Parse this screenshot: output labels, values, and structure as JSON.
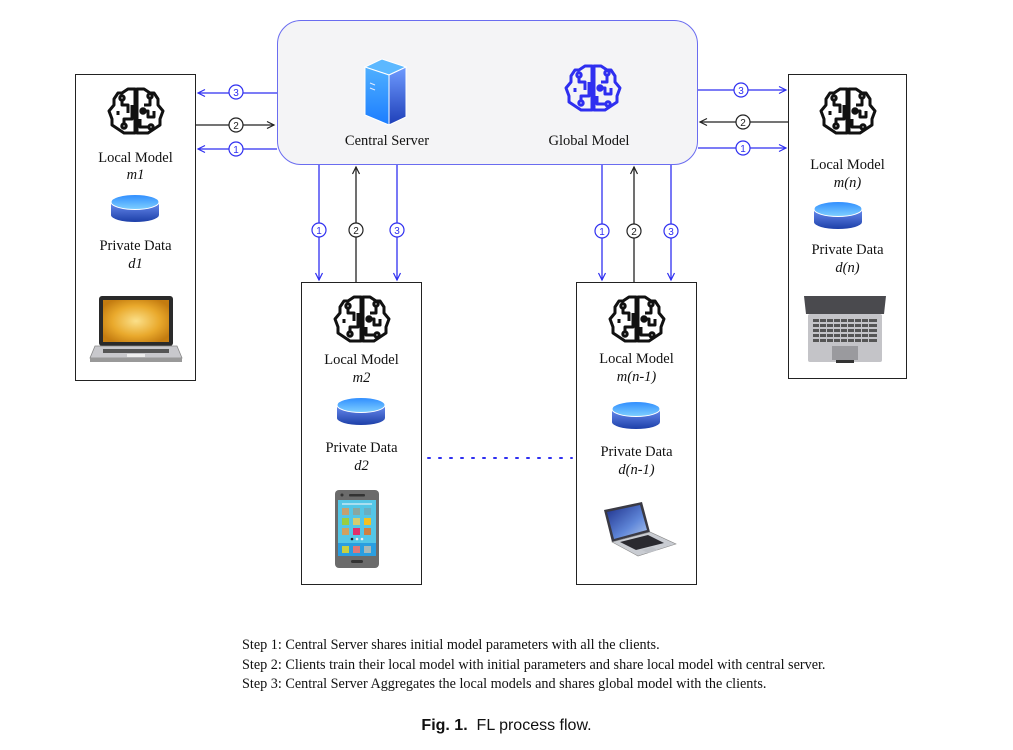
{
  "server": {
    "central_label": "Central Server",
    "global_label": "Global Model"
  },
  "clients": [
    {
      "id": "client-1",
      "model_label": "Local Model",
      "model_name": "m1",
      "data_label": "Private Data",
      "data_name": "d1",
      "device": "laptop-gold-icon"
    },
    {
      "id": "client-2",
      "model_label": "Local Model",
      "model_name": "m2",
      "data_label": "Private Data",
      "data_name": "d2",
      "device": "smartphone-icon"
    },
    {
      "id": "client-n-1",
      "model_label": "Local Model",
      "model_name": "m(n-1)",
      "data_label": "Private Data",
      "data_name": "d(n-1)",
      "device": "laptop-blue-icon"
    },
    {
      "id": "client-n",
      "model_label": "Local Model",
      "model_name": "m(n)",
      "data_label": "Private Data",
      "data_name": "d(n)",
      "device": "laptop-gray-icon"
    }
  ],
  "arrows": {
    "step1": "1",
    "step2": "2",
    "step3": "3"
  },
  "colors": {
    "blue": "#2f2ff0",
    "black": "#222222",
    "server_border": "#6a6cf0"
  },
  "steps": [
    "Step 1: Central Server shares initial model parameters with all the clients.",
    "Step 2: Clients train their local model with initial parameters and share local model with central server.",
    "Step 3: Central Server Aggregates the local models and shares global model with the clients."
  ],
  "caption": {
    "prefix": "Fig. 1.",
    "text": "FL process flow."
  }
}
